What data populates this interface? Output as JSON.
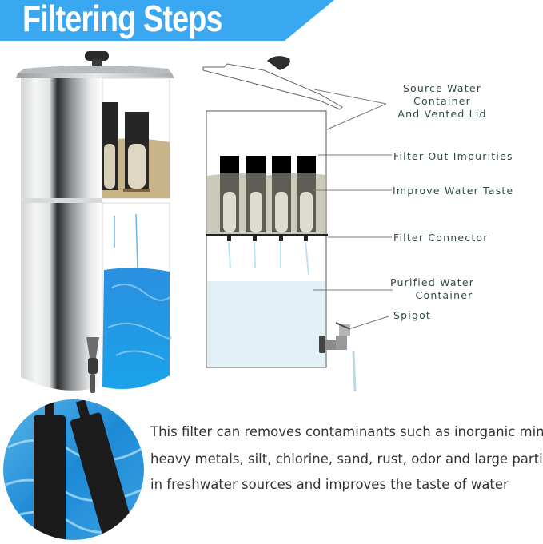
{
  "banner": {
    "title": "Filtering Steps",
    "color": "#3aa8f0"
  },
  "diagram": {
    "callouts": [
      {
        "id": "source",
        "lines": [
          "Source Water",
          "Container",
          "And Vented Lid"
        ]
      },
      {
        "id": "filter-out",
        "label": "Filter Out Impurities"
      },
      {
        "id": "improve-taste",
        "label": "Improve Water Taste"
      },
      {
        "id": "connector",
        "label": "Filter Connector"
      },
      {
        "id": "purified",
        "lines": [
          "Purified Water",
          "Container"
        ]
      },
      {
        "id": "spigot",
        "label": "Spigot"
      }
    ],
    "filter_count": 4
  },
  "description": {
    "lines": [
      "This filter can removes contaminants such as inorganic minerals",
      "heavy metals, silt, chlorine, sand, rust, odor and large particles",
      "in freshwater sources and improves the taste of water"
    ]
  }
}
